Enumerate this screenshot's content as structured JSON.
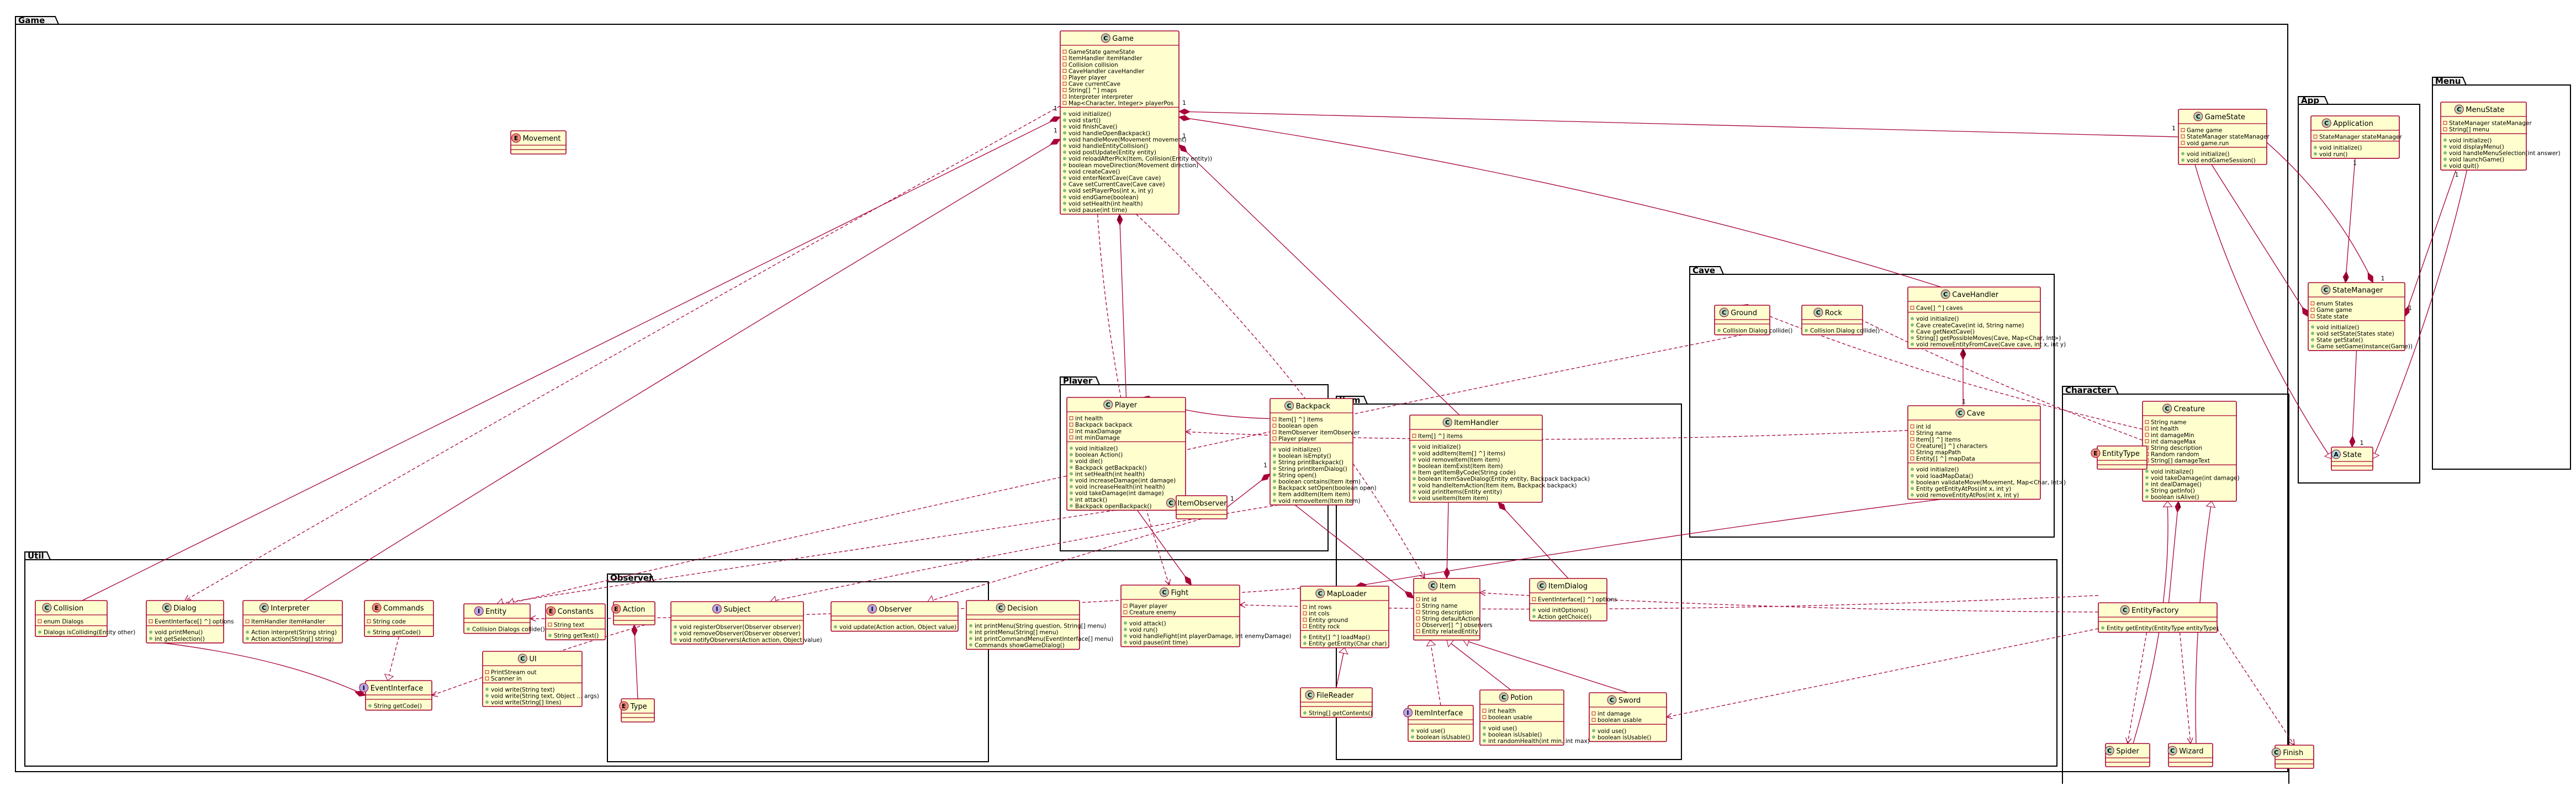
{
  "colors": {
    "class_fill": "#fefece",
    "class_border": "#a80036",
    "class_circle": "#add1b2",
    "interface_circle": "#b4a7e5",
    "enum_circle": "#eb937f",
    "abstract_circle": "#a9dcdf",
    "member_private": "#c82930",
    "member_public": "#84be84",
    "member_protected": "#b38d22",
    "package_tab": "#f1f1f1"
  },
  "packages": [
    {
      "id": "game",
      "name": "Game"
    },
    {
      "id": "app",
      "name": "App"
    },
    {
      "id": "menu",
      "name": "Menu"
    },
    {
      "id": "cave",
      "name": "Cave"
    },
    {
      "id": "player",
      "name": "Player"
    },
    {
      "id": "item",
      "name": "Item"
    },
    {
      "id": "character",
      "name": "Character"
    },
    {
      "id": "util",
      "name": "Util"
    },
    {
      "id": "observer",
      "name": "Observer"
    }
  ],
  "classes": [
    {
      "id": "game",
      "name": "Game",
      "kind": "class",
      "members": [
        "GameState gameState",
        "ItemHandler itemHandler",
        "Collision collision",
        "CaveHandler caveHandler",
        "Player player",
        "Cave currentCave",
        "String[] ^] maps",
        "Interpreter interpreter",
        "Map<Character, Integer> playerPos"
      ],
      "methods": [
        "void initialize()",
        "void start()",
        "void finishCave()",
        "void handleOpenBackpack()",
        "void handleMove(Movement movement)",
        "void handleEntityCollision()",
        "void postUpdate(Entity entity)",
        "void reloadAfterPick(Item, Collision(Entity entity))",
        "boolean moveDirection(Movement direction)",
        "void createCave()",
        "void enterNextCave(Cave cave)",
        "Cave setCurrentCave(Cave cave)",
        "void setPlayerPos(int x, int y)",
        "void endGame(boolean)",
        "void setHealth(int health)",
        "void pause(int time)"
      ]
    },
    {
      "id": "movement",
      "name": "Movement",
      "kind": "enum",
      "members": [],
      "methods": []
    },
    {
      "id": "gamestate",
      "name": "GameState",
      "kind": "class",
      "members": [
        "Game game",
        "StateManager stateManager",
        "void game.run"
      ],
      "methods": [
        "void initialize()",
        "void endGameSession()"
      ]
    },
    {
      "id": "application",
      "name": "Application",
      "kind": "class",
      "members": [
        "StateManager stateManager"
      ],
      "methods": [
        "void initialize()",
        "void run()"
      ]
    },
    {
      "id": "statemanager",
      "name": "StateManager",
      "kind": "class",
      "members": [
        "enum States",
        "Game game",
        "State state"
      ],
      "methods": [
        "void initialize()",
        "void setState(States state)",
        "State getState()",
        "Game setGame(instance(Game))"
      ]
    },
    {
      "id": "state",
      "name": "State",
      "kind": "abstract",
      "members": [],
      "methods": []
    },
    {
      "id": "menustate",
      "name": "MenuState",
      "kind": "class",
      "members": [
        "StateManager stateManager",
        "String[] menu"
      ],
      "methods": [
        "void initialize()",
        "void displayMenu()",
        "void handleMenuSelection(int answer)",
        "void launchGame()",
        "void quit()"
      ]
    },
    {
      "id": "ground",
      "name": "Ground",
      "kind": "class",
      "members": [],
      "methods": [
        "Collision Dialog collide()"
      ]
    },
    {
      "id": "rock",
      "name": "Rock",
      "kind": "class",
      "members": [],
      "methods": [
        "Collision Dialog collide()"
      ]
    },
    {
      "id": "cavehandler",
      "name": "CaveHandler",
      "kind": "class",
      "members": [
        "Cave[] ^] caves"
      ],
      "methods": [
        "void initialize()",
        "Cave createCave(int id, String name)",
        "Cave getNextCave()",
        "String[] getPossibleMoves(Cave, Map<Char, Int>)",
        "void removeEntityFromCave(Cave cave, int x, int y)"
      ]
    },
    {
      "id": "cave",
      "name": "Cave",
      "kind": "class",
      "members": [
        "int id",
        "String name",
        "Item[] ^] items",
        "Creature[] ^] characters",
        "String mapPath",
        "Entity[] ^] mapData"
      ],
      "methods": [
        "void initialize()",
        "void loadMapData()",
        "boolean validateMove(Movement, Map<Char, Int>)",
        "Entity getEntityAtPos(int x, int y)",
        "void removeEntityAtPos(int x, int y)"
      ]
    },
    {
      "id": "player",
      "name": "Player",
      "kind": "class",
      "members": [
        "int health",
        "Backpack backpack",
        "int maxDamage",
        "int minDamage"
      ],
      "methods": [
        "void initialize()",
        "boolean Action()",
        "void die()",
        "Backpack getBackpack()",
        "int setHealth(int health)",
        "void increaseDamage(int damage)",
        "void increaseHealth(int health)",
        "void takeDamage(int damage)",
        "int attack()",
        "Backpack openBackpack()"
      ]
    },
    {
      "id": "itemobserver",
      "name": "ItemObserver",
      "kind": "class",
      "members": [],
      "methods": []
    },
    {
      "id": "backpack",
      "name": "Backpack",
      "kind": "class",
      "members": [
        "Item[] ^] items",
        "boolean open",
        "ItemObserver itemObserver",
        "Player player"
      ],
      "methods": [
        "void initialize()",
        "boolean isEmpty()",
        "String printBackpack()",
        "String printItemDialog()",
        "String open()",
        "boolean contains(Item item)",
        "Backpack setOpen(boolean open)",
        "Item addItem(Item item)",
        "void removeItem(Item item)"
      ]
    },
    {
      "id": "itemhandler",
      "name": "ItemHandler",
      "kind": "class",
      "members": [
        "Item[] ^] items"
      ],
      "methods": [
        "void initialize()",
        "void addItem(Item[] ^] items)",
        "void removeItem(Item item)",
        "boolean itemExist(Item item)",
        "Item getItemByCode(String code)",
        "boolean itemSaveDialog(Entity entity, Backpack backpack)",
        "void handleItemAction(Item item, Backpack backpack)",
        "void printItems(Entity entity)",
        "void useItem(Item item)"
      ]
    },
    {
      "id": "item",
      "name": "Item",
      "kind": "class",
      "members": [
        "int id",
        "String name",
        "String description",
        "String defaultAction",
        "Observer[] ^] observers",
        "Entity relatedEntity"
      ],
      "methods": []
    },
    {
      "id": "itemdialog",
      "name": "ItemDialog",
      "kind": "class",
      "members": [
        "EventInterface[] ^] options"
      ],
      "methods": [
        "void initOptions()",
        "Action getChoice()"
      ]
    },
    {
      "id": "iteminterface",
      "name": "ItemInterface",
      "kind": "interface",
      "members": [],
      "methods": [
        "void use()",
        "boolean isUsable()"
      ]
    },
    {
      "id": "potion",
      "name": "Potion",
      "kind": "class",
      "members": [
        "int health",
        "boolean usable"
      ],
      "methods": [
        "void use()",
        "boolean isUsable()",
        "int randomHealth(int min, int max)"
      ]
    },
    {
      "id": "sword",
      "name": "Sword",
      "kind": "class",
      "members": [
        "int damage",
        "boolean usable"
      ],
      "methods": [
        "void use()",
        "boolean isUsable()"
      ]
    },
    {
      "id": "creature",
      "name": "Creature",
      "kind": "class",
      "members": [
        "String name",
        "int health",
        "int damageMin",
        "int damageMax",
        "String description",
        "Random random",
        "String[] damageText"
      ],
      "methods": [
        "void initialize()",
        "void takeDamage(int damage)",
        "int dealDamage()",
        "String getInfo()",
        "boolean isAlive()"
      ]
    },
    {
      "id": "entitytype",
      "name": "EntityType",
      "kind": "enum",
      "members": [],
      "methods": []
    },
    {
      "id": "entityfactory",
      "name": "EntityFactory",
      "kind": "class",
      "members": [],
      "methods": [
        "Entity getEntity(EntityType entityType)"
      ]
    },
    {
      "id": "spider",
      "name": "Spider",
      "kind": "class",
      "members": [],
      "methods": []
    },
    {
      "id": "wizard",
      "name": "Wizard",
      "kind": "class",
      "members": [],
      "methods": []
    },
    {
      "id": "finish",
      "name": "Finish",
      "kind": "class",
      "members": [],
      "methods": []
    },
    {
      "id": "collision",
      "name": "Collision",
      "kind": "class",
      "members": [
        "enum Dialogs"
      ],
      "methods": [
        "Dialogs isColliding(Entity other)"
      ]
    },
    {
      "id": "dialog",
      "name": "Dialog",
      "kind": "class",
      "members": [
        "EventInterface[] ^] options"
      ],
      "methods": [
        "void printMenu()",
        "int getSelection()"
      ]
    },
    {
      "id": "interpreter",
      "name": "Interpreter",
      "kind": "class",
      "members": [
        "ItemHandler itemHandler"
      ],
      "methods": [
        "Action interpret(String string)",
        "Action action(String[] string)"
      ]
    },
    {
      "id": "commands",
      "name": "Commands",
      "kind": "enum",
      "members": [
        "String code"
      ],
      "methods": [
        "String getCode()"
      ]
    },
    {
      "id": "entity",
      "name": "Entity",
      "kind": "interface",
      "members": [],
      "methods": [
        "Collision Dialogs collide()"
      ]
    },
    {
      "id": "constants",
      "name": "Constants",
      "kind": "enum",
      "members": [
        "String text"
      ],
      "methods": [
        "String getText()"
      ]
    },
    {
      "id": "eventinterface",
      "name": "EventInterface",
      "kind": "interface",
      "members": [],
      "methods": [
        "String getCode()"
      ]
    },
    {
      "id": "ui",
      "name": "UI",
      "kind": "class",
      "members": [
        "PrintStream out",
        "Scanner in"
      ],
      "methods": [
        "void write(String text)",
        "void write(String text, Object ... args)",
        "void write(String[] lines)"
      ]
    },
    {
      "id": "action",
      "name": "Action",
      "kind": "enum",
      "members": [],
      "methods": []
    },
    {
      "id": "type",
      "name": "Type",
      "kind": "enum",
      "members": [],
      "methods": []
    },
    {
      "id": "subject",
      "name": "Subject",
      "kind": "interface",
      "members": [],
      "methods": [
        "void registerObserver(Observer observer)",
        "void removeObserver(Observer observer)",
        "void notifyObservers(Action action, Object value)"
      ]
    },
    {
      "id": "observer",
      "name": "Observer",
      "kind": "interface",
      "members": [],
      "methods": [
        "void update(Action action, Object value)"
      ]
    },
    {
      "id": "decision",
      "name": "Decision",
      "kind": "class",
      "members": [],
      "methods": [
        "int printMenu(String question, String[] menu)",
        "int printMenu(String[] menu)",
        "int printCommandMenu(EventInterface[] menu)",
        "Commands showGameDialog()"
      ]
    },
    {
      "id": "fight",
      "name": "Fight",
      "kind": "class",
      "members": [
        "Player player",
        "Creature enemy"
      ],
      "methods": [
        "void attack()",
        "void run()",
        "void handleFight(int playerDamage, int enemyDamage)",
        "void pause(int time)"
      ]
    },
    {
      "id": "maploader",
      "name": "MapLoader",
      "kind": "class",
      "members": [
        "int rows",
        "int cols",
        "Entity ground",
        "Entity rock"
      ],
      "methods": [
        "Entity[] ^] loadMap()",
        "Entity getEntity(Char char)"
      ]
    },
    {
      "id": "filereader",
      "name": "FileReader",
      "kind": "class",
      "members": [],
      "methods": [
        "String[] getContents()"
      ]
    }
  ],
  "multiplicities": [
    "1",
    "1",
    "1",
    "1",
    "1",
    "1",
    "1",
    "1",
    "1",
    "1",
    "1",
    "1",
    "1",
    "1",
    "1",
    "1",
    "1",
    "1"
  ]
}
